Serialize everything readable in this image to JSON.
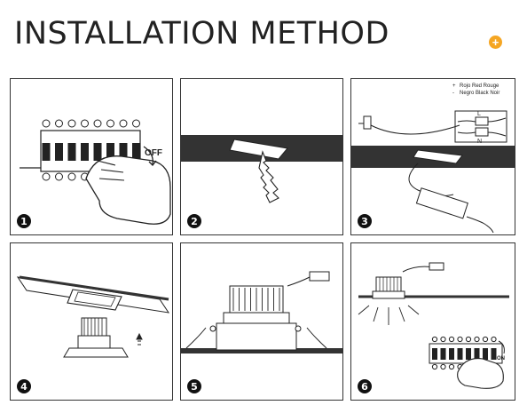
{
  "header": {
    "title": "INSTALLATION METHOD",
    "plus_icon": "plus-circle-icon",
    "accent": "#f5a623"
  },
  "steps": [
    {
      "number": "1",
      "off_label": "OFF"
    },
    {
      "number": "2"
    },
    {
      "number": "3",
      "legend_plus": "Rojo Red Rouge",
      "legend_minus": "Negro Black Noir",
      "l_label": "L",
      "n_label": "N"
    },
    {
      "number": "4"
    },
    {
      "number": "5"
    },
    {
      "number": "6",
      "on_label": "ON"
    }
  ]
}
